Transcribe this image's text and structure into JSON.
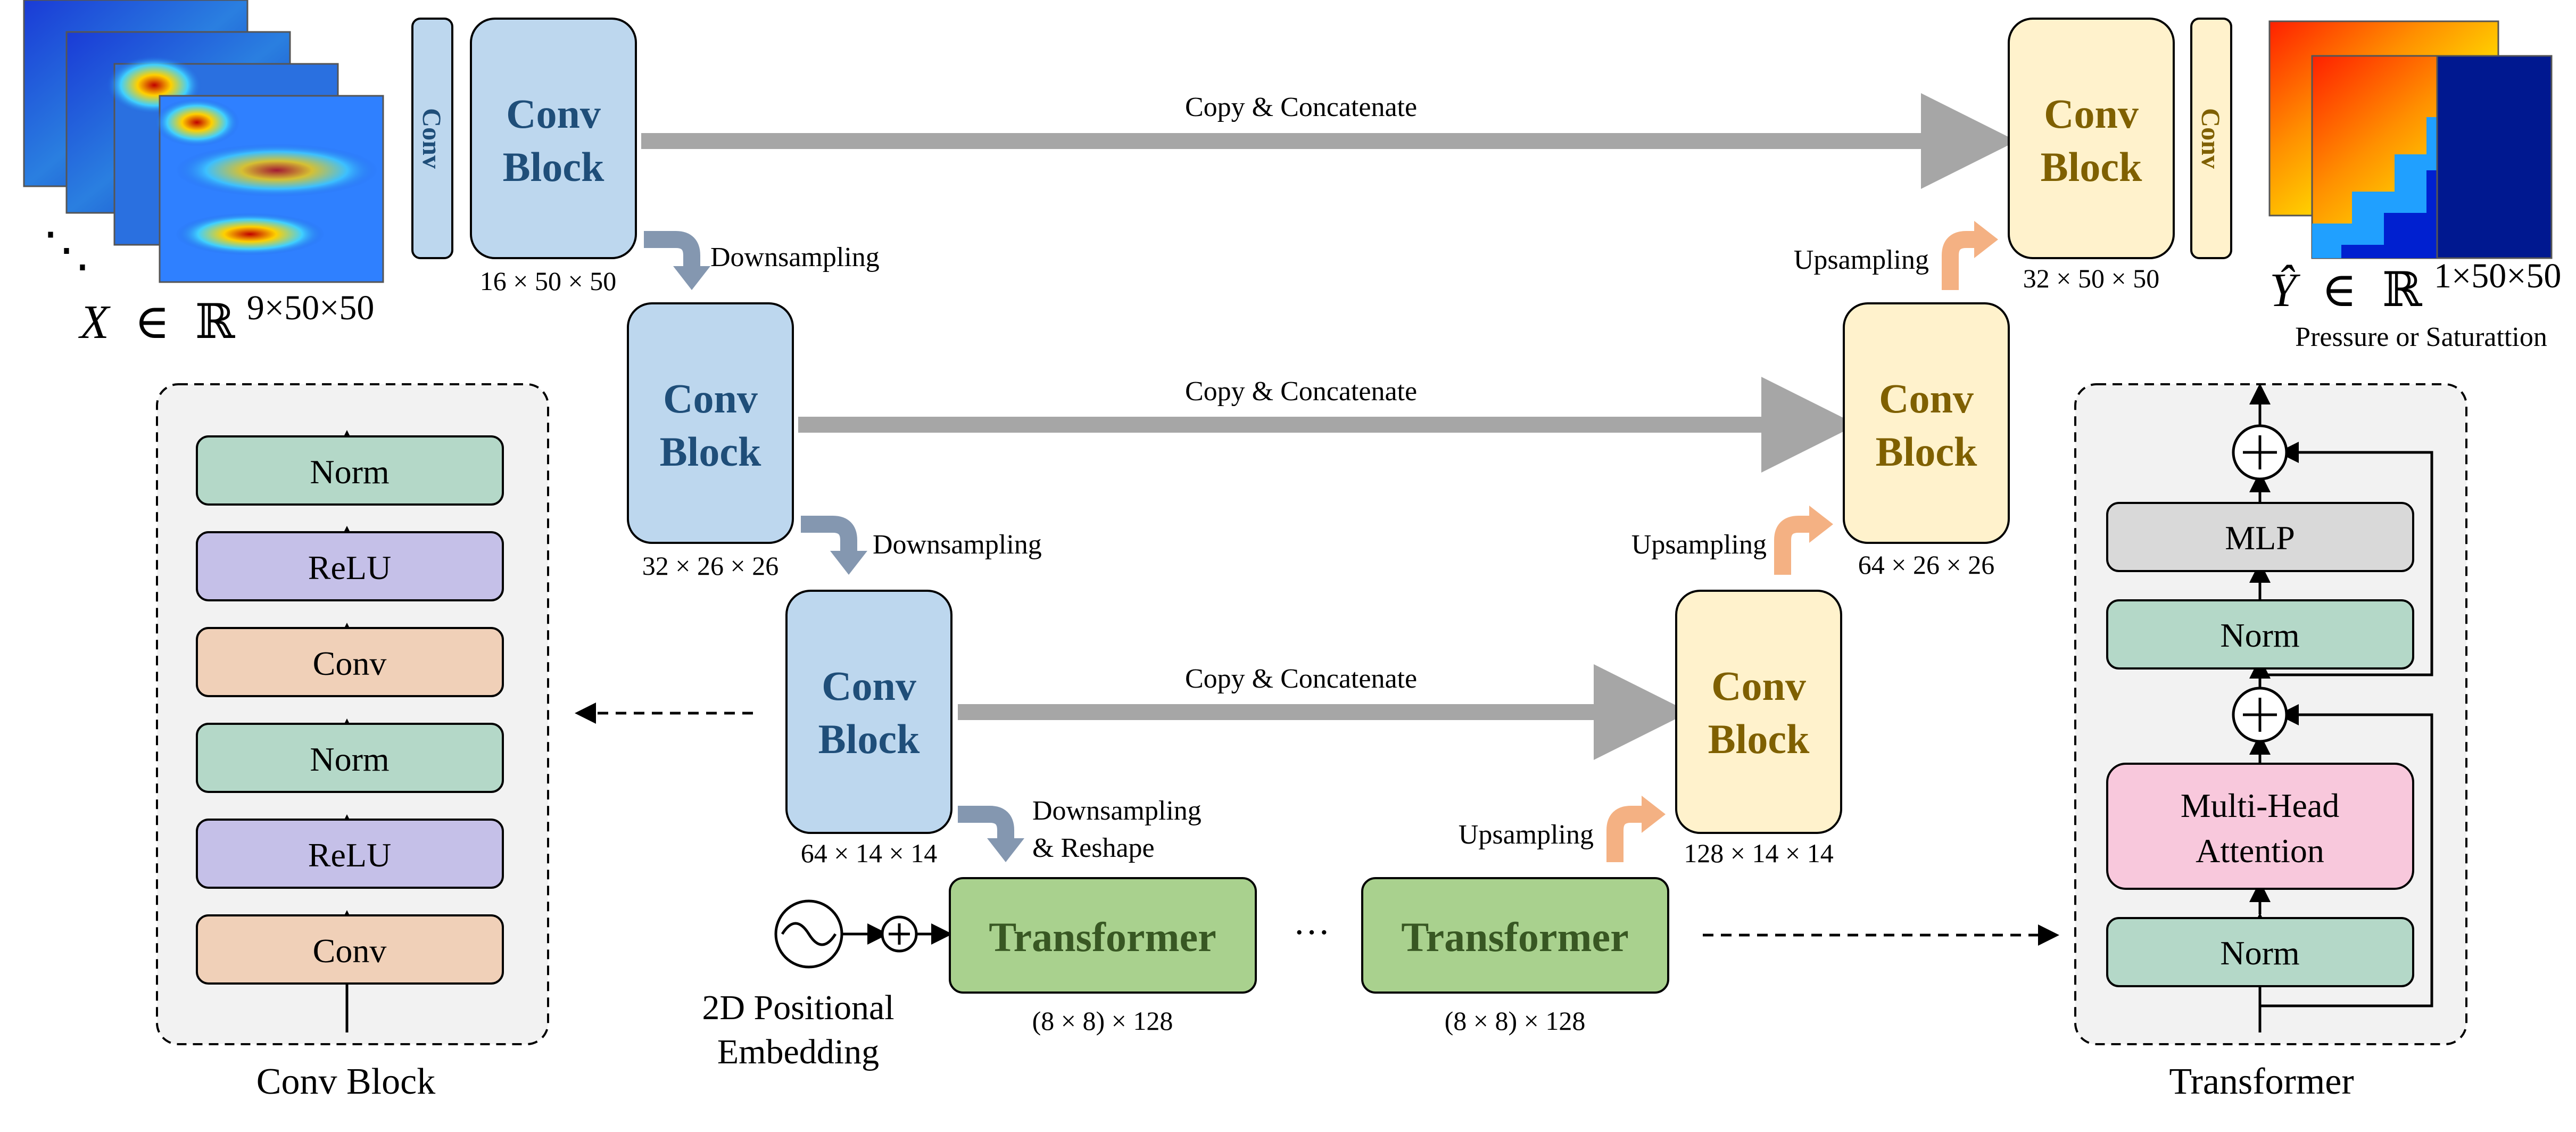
{
  "colors": {
    "enc_fill": "#bdd7ee",
    "enc_text": "#1f4e79",
    "dec_fill": "#fff2cc",
    "dec_text": "#7f6000",
    "transformer_fill": "#a9d18e",
    "transformer_text": "#385723",
    "norm_fill": "#b4d8c8",
    "relu_fill": "#c5c0e8",
    "conv_fill": "#f0d0b8",
    "mlp_fill": "#d9d9d9",
    "attn_fill": "#f8c8dc",
    "panel_fill": "#f2f2f2",
    "skip_arrow": "#a6a6a6",
    "down_arrow": "#8497b0",
    "up_arrow": "#f4b183"
  },
  "input": {
    "symbol": "X",
    "member": "∈",
    "space": "ℝ",
    "exponent": "9×50×50",
    "ellipsis": "⋱"
  },
  "output": {
    "symbol": "Ŷ",
    "member": "∈",
    "space": "ℝ",
    "exponent": "1×50×50",
    "caption": "Pressure or Saturattion"
  },
  "labels": {
    "conv_small": "Conv",
    "conv_block_line1": "Conv",
    "conv_block_line2": "Block",
    "copy_concat": "Copy & Concatenate",
    "downsampling": "Downsampling",
    "downsampling_reshape_line1": "Downsampling",
    "downsampling_reshape_line2": "& Reshape",
    "upsampling": "Upsampling",
    "transformer": "Transformer",
    "ellipsis": "···",
    "pos_embedding_line1": "2D Positional",
    "pos_embedding_line2": "Embedding"
  },
  "dims": {
    "enc1": "16 × 50 × 50",
    "enc2": "32 × 26 × 26",
    "enc3": "64 × 14 × 14",
    "dec1": "32 × 50 × 50",
    "dec2": "64 × 26 × 26",
    "dec3": "128 × 14 × 14",
    "transformer1": "(8 × 8) × 128",
    "transformer2": "(8 × 8) × 128"
  },
  "conv_block_panel": {
    "title": "Conv Block",
    "layers": [
      "Norm",
      "ReLU",
      "Conv",
      "Norm",
      "ReLU",
      "Conv"
    ]
  },
  "transformer_panel": {
    "title": "Transformer",
    "layers": [
      "MLP",
      "Norm",
      "Multi-Head",
      "Attention",
      "Norm"
    ]
  }
}
